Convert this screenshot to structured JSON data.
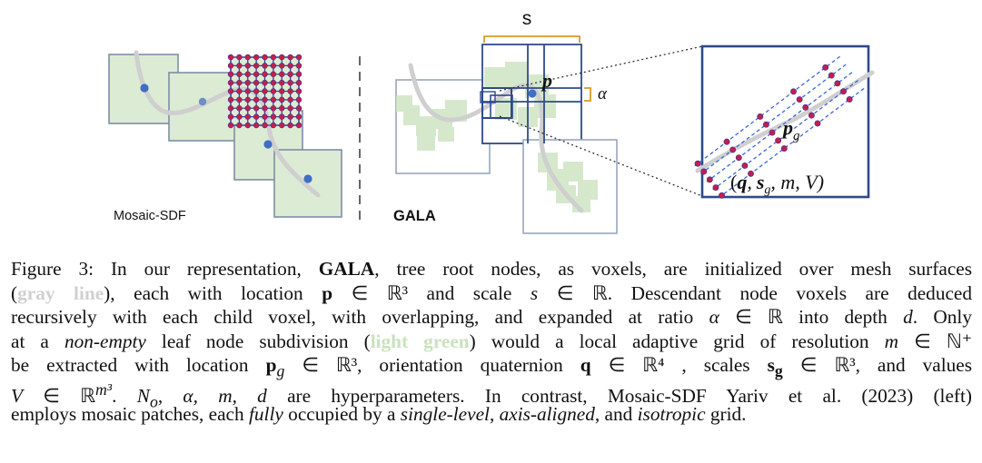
{
  "figure": {
    "left_label": "Mosaic-SDF",
    "right_label": "GALA",
    "scale_label": "s",
    "alpha_label": "α",
    "p_label": "p",
    "pg_label": "p",
    "pg_sub": "g",
    "tuple": {
      "open": "(",
      "q": "q",
      "comma1": ",",
      "s": "s",
      "s_sub": "g",
      "rest": ", m, V)"
    },
    "colors": {
      "patch_fill": "#dcebd3",
      "patch_stroke": "#7d8ea8",
      "grid_stroke": "#2e4a8a",
      "dot_blue": "#3f6fc2",
      "dot_red": "#c0204a",
      "curve": "#cfcfcf",
      "orange": "#d89b2a",
      "dashed_blue": "#3b66d6"
    }
  },
  "caption": {
    "figure_label": "Figure 3:",
    "l1a": "In our representation,",
    "l1b": "GALA",
    "l1c": ", tree root nodes, as voxels, are initialized over mesh surfaces",
    "l2a": "(",
    "l2b": "gray line",
    "l2c": "), each with location",
    "l2d": "p",
    "l2e": "∈ ℝ³ and scale",
    "l2f": "s",
    "l2g": "∈ ℝ. Descendant node voxels are deduced",
    "l3a": "recursively with each child voxel, with overlapping, and expanded at ratio",
    "l3b": "α",
    "l3c": "∈ ℝ into depth",
    "l3d": "d",
    "l3e": ". Only",
    "l4a": "at a",
    "l4b": "non-empty",
    "l4c": "leaf node subdivision (",
    "l4d": "light green",
    "l4e": ") would a local adaptive grid of resolution",
    "l4f": "m",
    "l4g": "∈ ℕ⁺",
    "l5a": "be extracted with location",
    "l5b": "p",
    "l5c": "g",
    "l5d": "∈ ℝ³, orientation quaternion",
    "l5e": "q",
    "l5f": "∈ ℝ⁴ , scales",
    "l5g": "s",
    "l5h": "g",
    "l5i": "∈ ℝ³, and values",
    "l6a": "V",
    "l6b": "∈ ℝ",
    "l6c": "m³",
    "l6d": ".",
    "l6e": "N",
    "l6f": "o",
    "l6g": ", α, m, d",
    "l6h": "are hyperparameters. In contrast, Mosaic-SDF Yariv et al. (2023) (left)",
    "l7a": "employs mosaic patches, each",
    "l7b": "fully",
    "l7c": "occupied by a",
    "l7d": "single-level",
    "l7e": ",",
    "l7f": "axis-aligned",
    "l7g": ", and",
    "l7h": "isotropic",
    "l7i": "grid."
  }
}
